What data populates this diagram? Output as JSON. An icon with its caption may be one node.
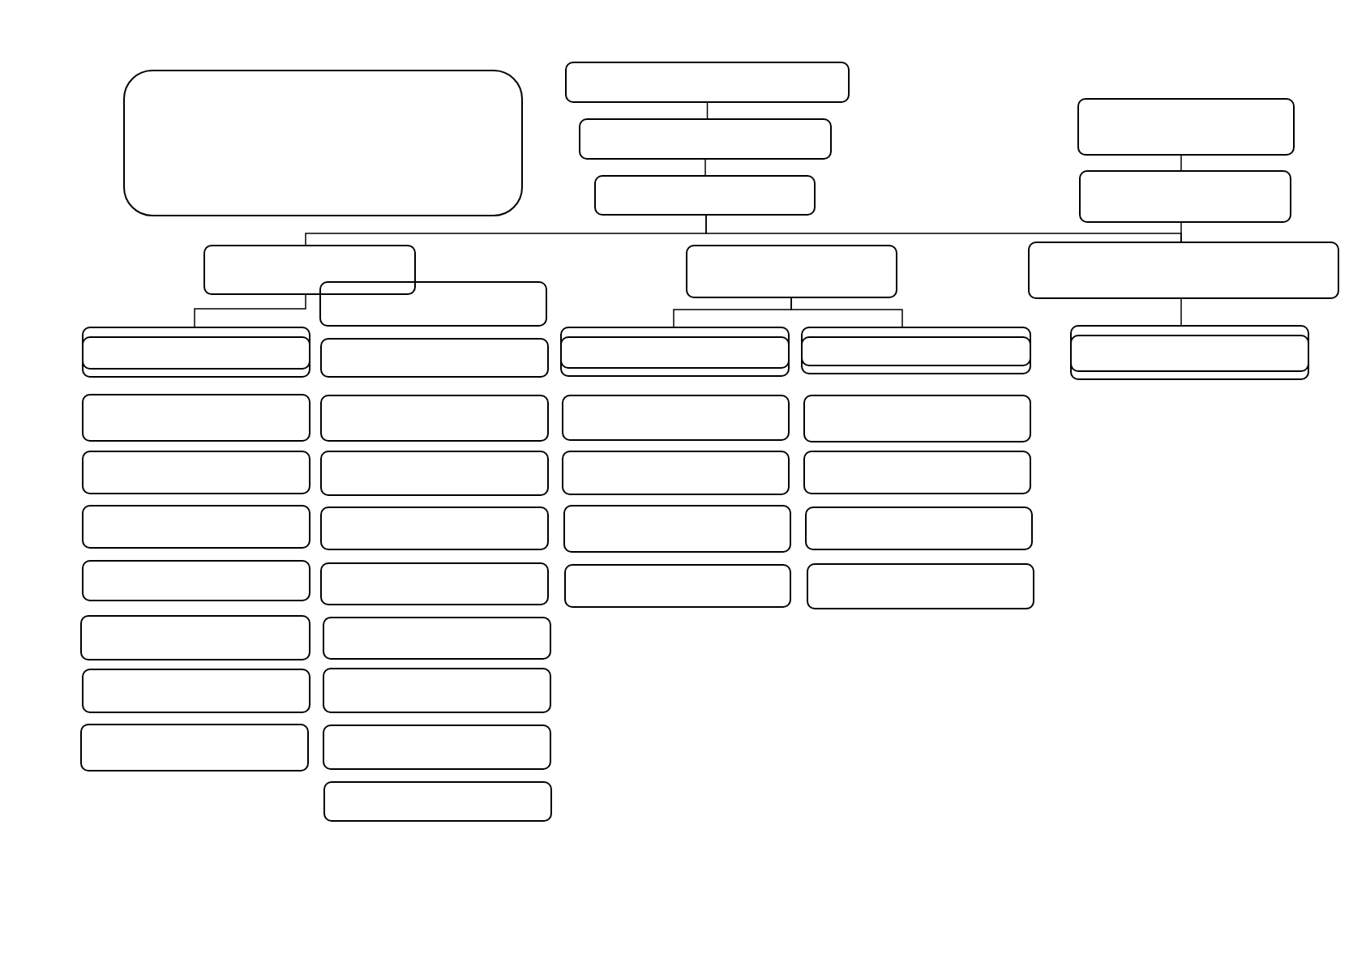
{
  "diagram": {
    "nodes": [
      {
        "text": [],
        "shape": "box"
      },
      {
        "text": [],
        "shape": "box"
      },
      {
        "text": [],
        "shape": "box"
      },
      {
        "text": [],
        "shape": "box"
      },
      {
        "text": [],
        "shape": "box"
      },
      {
        "text": [],
        "shape": "box"
      },
      {
        "text": [],
        "shape": "box"
      },
      {
        "text": [],
        "shape": "box"
      },
      {
        "text": [],
        "shape": "box"
      },
      {
        "text": [],
        "shape": "box"
      },
      {
        "text": [],
        "shape": "box"
      },
      {
        "text": [],
        "shape": "box"
      },
      {
        "text": [],
        "shape": "box"
      },
      {
        "text": [],
        "shape": "box"
      },
      {
        "text": [],
        "shape": "box"
      },
      {
        "text": [],
        "shape": "box"
      },
      {
        "text": [],
        "shape": "box"
      },
      {
        "text": [],
        "shape": "box"
      },
      {
        "text": [],
        "shape": "box"
      },
      {
        "text": [],
        "shape": "box"
      },
      {
        "text": [],
        "shape": "box"
      },
      {
        "text": [],
        "shape": "box"
      },
      {
        "text": [],
        "shape": "box"
      },
      {
        "text": [],
        "shape": "box"
      },
      {
        "text": [],
        "shape": "box"
      },
      {
        "text": [],
        "shape": "box"
      },
      {
        "text": [],
        "shape": "box"
      },
      {
        "text": [],
        "shape": "box"
      },
      {
        "text": [],
        "shape": "box"
      },
      {
        "text": [],
        "shape": "box"
      },
      {
        "text": [],
        "shape": "box"
      },
      {
        "text": [],
        "shape": "box"
      },
      {
        "text": [],
        "shape": "box"
      },
      {
        "text": [],
        "shape": "box"
      },
      {
        "text": [],
        "shape": "box"
      },
      {
        "text": [],
        "shape": "box"
      },
      {
        "text": [],
        "shape": "box"
      },
      {
        "text": [],
        "shape": "box"
      }
    ],
    "edges": [
      {
        "from": 1,
        "to": 2,
        "arrow": "none"
      },
      {
        "from": 2,
        "to": 3,
        "arrow": "none"
      },
      {
        "from": 3,
        "to": 6,
        "arrow": "none"
      },
      {
        "from": 3,
        "to": 9,
        "arrow": "none"
      },
      {
        "from": 4,
        "to": 5,
        "arrow": "none"
      },
      {
        "from": 5,
        "to": 9,
        "arrow": "none"
      },
      {
        "from": 6,
        "to": 10,
        "arrow": "none"
      },
      {
        "from": 8,
        "to": 27,
        "arrow": "none"
      },
      {
        "from": 8,
        "to": 32,
        "arrow": "none"
      },
      {
        "from": 9,
        "to": 37,
        "arrow": "none"
      }
    ]
  }
}
